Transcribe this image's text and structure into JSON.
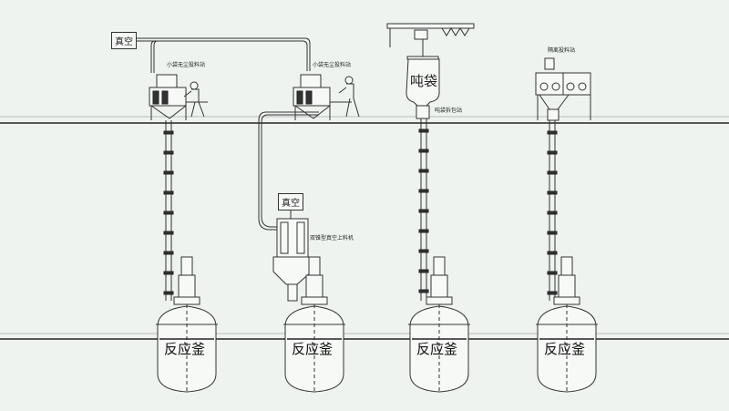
{
  "title": "粉体投料系统示意图",
  "vacuum_boxes": [
    "真空",
    "真空"
  ],
  "stations": [
    {
      "label": "小袋无尘投料站"
    },
    {
      "label": "小袋无尘投料站"
    },
    {
      "label": "吨袋拆包站",
      "bag_label": "吨袋"
    },
    {
      "label": "隔离投料站"
    }
  ],
  "vacuum_feeder_label": "双锥型真空上料机",
  "reactors": [
    "反应釜",
    "反应釜",
    "反应釜",
    "反应釜"
  ]
}
